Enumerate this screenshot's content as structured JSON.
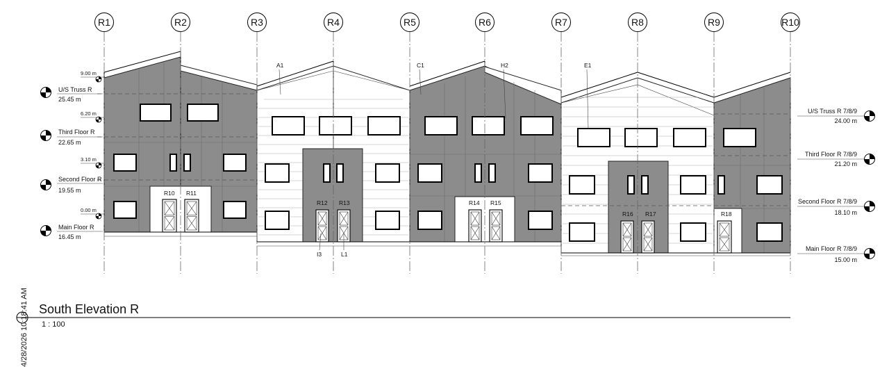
{
  "grid_lines": [
    "R1",
    "R2",
    "R3",
    "R4",
    "R5",
    "R6",
    "R7",
    "R8",
    "R9",
    "R10"
  ],
  "left_levels": [
    {
      "name": "U/S Truss R",
      "elev": "25.45 m",
      "offset": "9.00 m"
    },
    {
      "name": "Third Floor R",
      "elev": "22.65 m",
      "offset": "6.20 m"
    },
    {
      "name": "Second Floor R",
      "elev": "19.55 m",
      "offset": "3.10 m"
    },
    {
      "name": "Main Floor R",
      "elev": "16.45 m",
      "offset": "0.00 m"
    }
  ],
  "right_levels": [
    {
      "name": "U/S Truss R 7/8/9",
      "elev": "24.00 m"
    },
    {
      "name": "Third Floor R 7/8/9",
      "elev": "21.20 m"
    },
    {
      "name": "Second Floor R 7/8/9",
      "elev": "18.10 m"
    },
    {
      "name": "Main Floor R 7/8/9",
      "elev": "15.00 m"
    }
  ],
  "material_tags": [
    "A1",
    "C1",
    "H2",
    "E1",
    "I3",
    "L1"
  ],
  "door_tags": [
    "R10",
    "R11",
    "R12",
    "R13",
    "R14",
    "R15",
    "R16",
    "R17",
    "R18"
  ],
  "title": "South Elevation R",
  "scale": "1 : 100",
  "timestamp": "4/28/2026 10:18:41 AM"
}
